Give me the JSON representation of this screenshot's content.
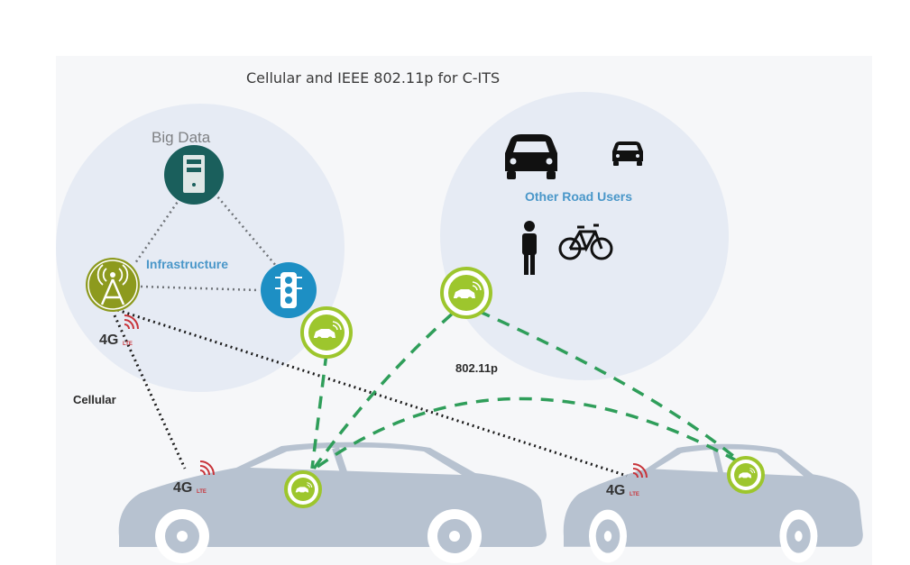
{
  "title": "Cellular and IEEE 802.11p for C-ITS",
  "labels": {
    "big_data": "Big Data",
    "infrastructure": "Infrastructure",
    "other_road_users": "Other Road Users",
    "wifi_standard": "802.11p",
    "cellular": "Cellular",
    "network_gen": "4G",
    "network_sub": "LTE"
  },
  "icons": {
    "data_server": "server-icon",
    "cell_tower": "cell-tower-icon",
    "traffic_light": "traffic-light-icon",
    "car_large": "car-icon",
    "car_small": "car-icon",
    "pedestrian": "pedestrian-icon",
    "bicycle": "bicycle-icon",
    "v2x_unit": "v2x-car-icon"
  },
  "colors": {
    "cluster_fill": "#e6ebf4",
    "server": "#1a5f5c",
    "tower": "#8d9a1e",
    "traffic_light": "#1d8fc4",
    "v2x_ring": "#9dc62d",
    "wifi_link": "#2f9e5a",
    "cellular_link": "#1c1c1c",
    "infra_link": "#6f7378",
    "car_body": "#b7c2d0",
    "signal_red": "#c8343a"
  }
}
